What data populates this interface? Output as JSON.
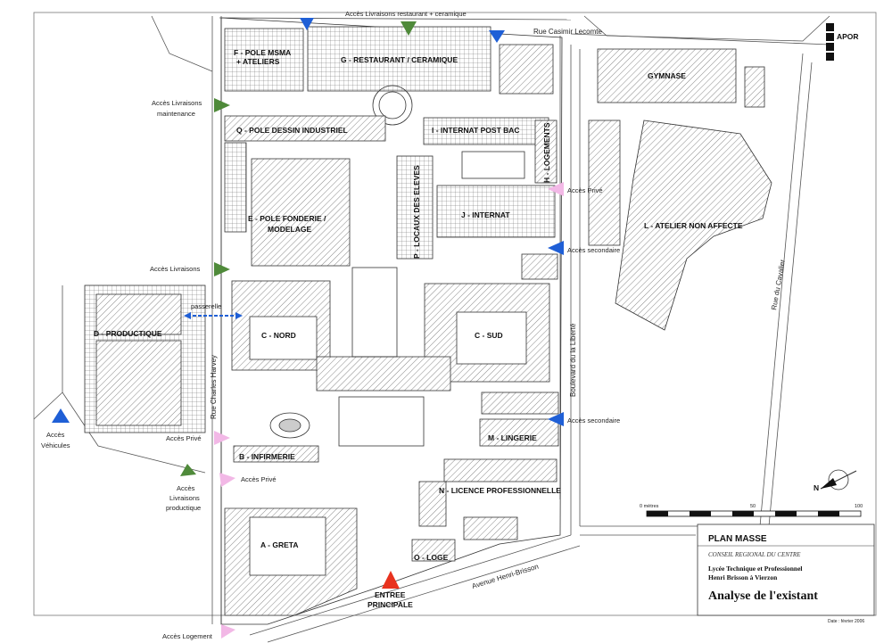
{
  "buildings": {
    "f": "F - POLE MSMA",
    "f2": "+ ATELIERS",
    "g": "G - RESTAURANT / CERAMIQUE",
    "q": "Q - POLE DESSIN INDUSTRIEL",
    "i": "I - INTERNAT POST BAC",
    "h": "H - LOGEMENTS",
    "p": "P - LOCAUX DES ELEVES",
    "e": "E - POLE FONDERIE /",
    "e2": "MODELAGE",
    "j": "J - INTERNAT",
    "gym": "GYMNASE",
    "l": "L - ATELIER NON AFFECTE",
    "d": "D - PRODUCTIQUE",
    "cnord": "C - NORD",
    "csud": "C - SUD",
    "m": "M - LINGERIE",
    "b": "B - INFIRMERIE",
    "n": "N - LICENCE PROFESSIONNELLE",
    "a": "A - GRETA",
    "o": "O - LOGE",
    "entree": "ENTREE",
    "entree2": "PRINCIPALE"
  },
  "streets": {
    "casimir": "Rue  Casimir  Lecomte",
    "cavalier": "Rue  du  Cavalier",
    "liberte": "Boulevard  du  la  Liberté",
    "harvey": "Rue  Charles  Harvey",
    "brisson": "Avenue  Henri-Brisson"
  },
  "access": {
    "livr_rest": "Accès Livraisons restaurant + ceramique",
    "livr_maint": "Accès Livraisons",
    "livr_maint2": "maintenance",
    "livr": "Accès Livraisons",
    "passerelle": "passerelle",
    "prive_top": "Accès Privé",
    "secondaire1": "Accès secondaire",
    "secondaire2": "Accès secondaire",
    "vehicules": "Accès",
    "vehicules2": "Véhicules",
    "prive_b": "Accès Privé",
    "livr_prod": "Accès",
    "livr_prod2": "Livraisons",
    "livr_prod3": "productique",
    "prive_a": "Accès Privé",
    "logement": "Accès Logement"
  },
  "scale": {
    "zero": "0 mètres",
    "fifty": "50",
    "hundred": "100"
  },
  "north": "N",
  "logo": "APOR",
  "title_block": {
    "title": "PLAN MASSE",
    "client": "CONSEIL REGIONAL DU CENTRE",
    "school1": "Lycée Technique et Professionnel",
    "school2": "Henri Brisson à Vierzon",
    "subject": "Analyse de l'existant",
    "date": "Date : février 2006"
  },
  "colors": {
    "blue": "#1f5fd6",
    "green": "#4f8a3a",
    "pink": "#f2b8e6",
    "red": "#e8321e"
  }
}
